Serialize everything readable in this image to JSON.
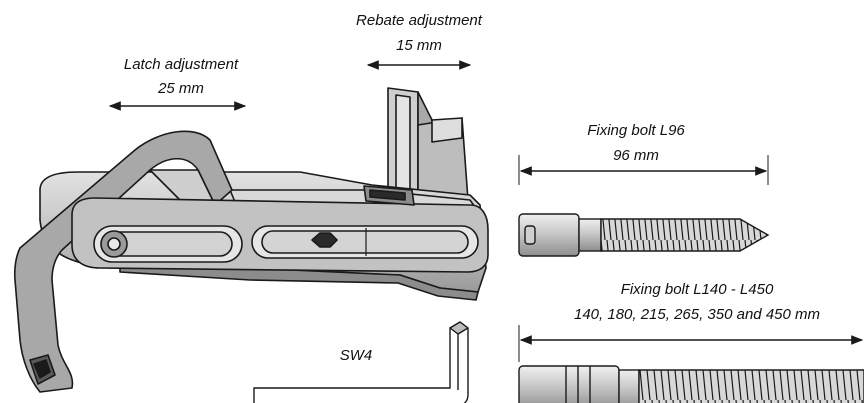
{
  "labels": {
    "rebate_title": "Rebate adjustment",
    "rebate_value": "15 mm",
    "latch_title": "Latch adjustment",
    "latch_value": "25 mm",
    "bolt_short_title": "Fixing bolt L96",
    "bolt_short_value": "96 mm",
    "bolt_long_title": "Fixing bolt L140 - L450",
    "bolt_long_value": "140, 180, 215, 265, 350 and 450 mm",
    "hex_key": "SW4"
  },
  "colors": {
    "outline": "#1a1a1a",
    "metal_light": "#d6d6d6",
    "metal_mid": "#b3b3b3",
    "metal_dark": "#8c8c8c",
    "background": "#ffffff"
  }
}
